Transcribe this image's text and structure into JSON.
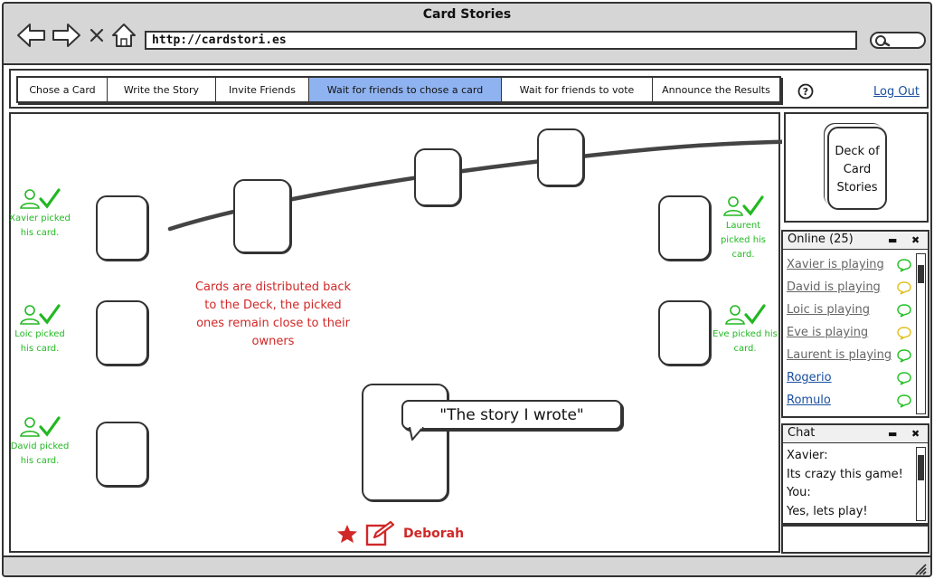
{
  "window": {
    "title": "Card Stories"
  },
  "browser": {
    "url": "http://cardstori.es",
    "icons": [
      "back-arrow-icon",
      "forward-arrow-icon",
      "close-icon",
      "home-icon",
      "search-icon"
    ]
  },
  "steps": {
    "tabs": [
      {
        "label": "Chose a Card"
      },
      {
        "label": "Write the Story"
      },
      {
        "label": "Invite Friends"
      },
      {
        "label": "Wait for friends to chose a card",
        "active": true
      },
      {
        "label": "Wait for friends to vote"
      },
      {
        "label": "Announce the Results"
      }
    ],
    "logout_label": "Log Out"
  },
  "board": {
    "players": [
      {
        "name": "Xavier picked his card."
      },
      {
        "name": "Loic picked his card."
      },
      {
        "name": "David picked his card."
      },
      {
        "name": "Laurent picked his card."
      },
      {
        "name": "Eve picked his card."
      }
    ],
    "note": "Cards are distributed back to the Deck, the picked ones remain close to their owners",
    "story_bubble": "\"The story I wrote\"",
    "owner_name": "Deborah"
  },
  "deck": {
    "label": "Deck of Card Stories"
  },
  "online": {
    "title": "Online (25)",
    "items": [
      {
        "label": "Xavier is playing",
        "status": "green"
      },
      {
        "label": "David is playing",
        "status": "yellow"
      },
      {
        "label": "Loic is playing",
        "status": "green"
      },
      {
        "label": "Eve is playing",
        "status": "yellow"
      },
      {
        "label": "Laurent is playing",
        "status": "green"
      },
      {
        "label": "Rogerio",
        "status": "green"
      },
      {
        "label": "Romulo",
        "status": "green"
      }
    ]
  },
  "chat": {
    "title": "Chat",
    "lines": [
      "Xavier:",
      "Its crazy this game!",
      "You:",
      "Yes, lets play!"
    ]
  },
  "colors": {
    "active_tab": "#8fb3f0",
    "player_green": "#22b822",
    "note_red": "#d02828",
    "link_blue": "#1a4fa0",
    "status_green": "#22c022",
    "status_yellow": "#e0c020"
  }
}
